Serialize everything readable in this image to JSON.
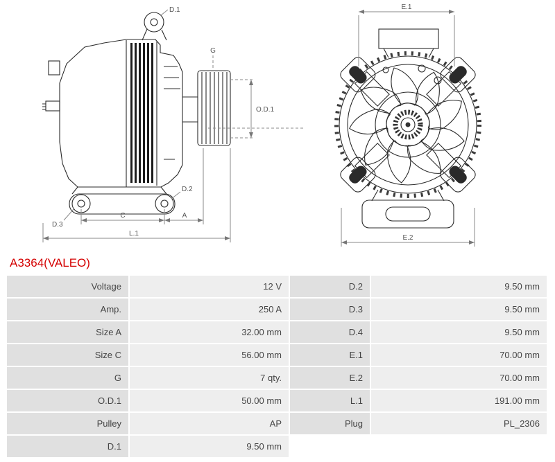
{
  "title": "A3364(VALEO)",
  "colors": {
    "title_red": "#d40000",
    "label_cell_bg": "#e0e0e0",
    "value_cell_bg": "#eeeeee"
  },
  "diagram": {
    "side": {
      "d1": "D.1",
      "g": "G",
      "od1": "O.D.1",
      "d2": "D.2",
      "d3": "D.3",
      "c": "C",
      "a": "A",
      "l1": "L.1"
    },
    "front": {
      "e1": "E.1",
      "e2": "E.2"
    }
  },
  "specs": {
    "left": [
      {
        "label": "Voltage",
        "value": "12 V"
      },
      {
        "label": "Amp.",
        "value": "250 A"
      },
      {
        "label": "Size A",
        "value": "32.00 mm"
      },
      {
        "label": "Size C",
        "value": "56.00 mm"
      },
      {
        "label": "G",
        "value": "7 qty."
      },
      {
        "label": "O.D.1",
        "value": "50.00 mm"
      },
      {
        "label": "Pulley",
        "value": "AP"
      },
      {
        "label": "D.1",
        "value": "9.50 mm"
      }
    ],
    "right": [
      {
        "label": "D.2",
        "value": "9.50 mm"
      },
      {
        "label": "D.3",
        "value": "9.50 mm"
      },
      {
        "label": "D.4",
        "value": "9.50 mm"
      },
      {
        "label": "E.1",
        "value": "70.00 mm"
      },
      {
        "label": "E.2",
        "value": "70.00 mm"
      },
      {
        "label": "L.1",
        "value": "191.00 mm"
      },
      {
        "label": "Plug",
        "value": "PL_2306"
      }
    ]
  }
}
